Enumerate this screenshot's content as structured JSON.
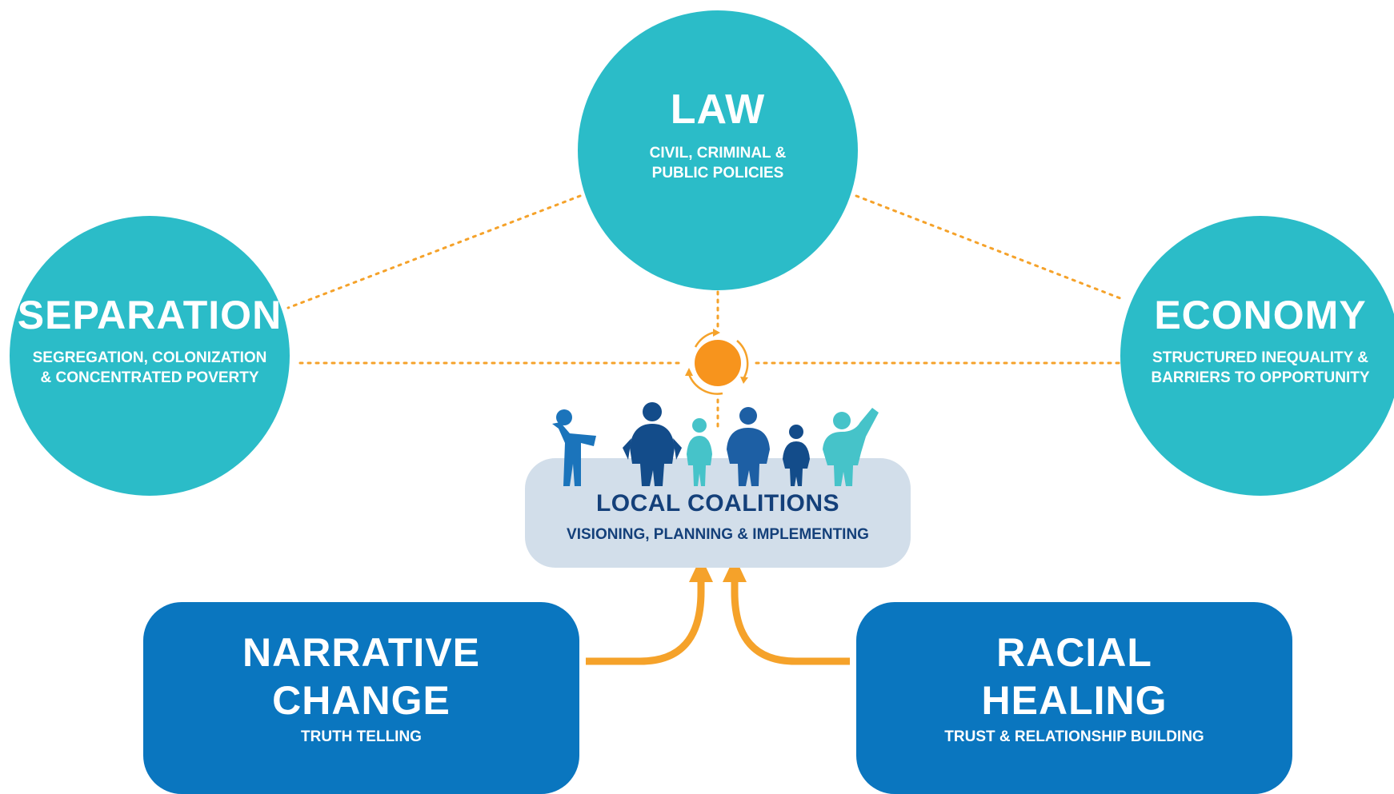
{
  "colors": {
    "teal": "#2bbcc8",
    "orange": "#f5a22a",
    "orange_sun": "#f7941d",
    "blue_box": "#0a76bf",
    "coalition_bg": "#d2deea",
    "navy_text": "#14407a",
    "people": [
      "#1b74bb",
      "#134c8a",
      "#46c3c9",
      "#1d5fa4",
      "#134c8a",
      "#46c3c9"
    ]
  },
  "law": {
    "title": "LAW",
    "subtitle_line1": "CIVIL, CRIMINAL &",
    "subtitle_line2": "PUBLIC POLICIES"
  },
  "separation": {
    "title": "SEPARATION",
    "subtitle_line1": "SEGREGATION, COLONIZATION",
    "subtitle_line2": "& CONCENTRATED POVERTY"
  },
  "economy": {
    "title": "ECONOMY",
    "subtitle_line1": "STRUCTURED INEQUALITY &",
    "subtitle_line2": "BARRIERS TO OPPORTUNITY"
  },
  "coalitions": {
    "title": "LOCAL COALITIONS",
    "subtitle": "VISIONING, PLANNING & IMPLEMENTING",
    "icon": "group-of-people-icon"
  },
  "center_icon": "cycle-sun-icon",
  "narrative": {
    "title_line1": "NARRATIVE",
    "title_line2": "CHANGE",
    "subtitle": "TRUTH TELLING"
  },
  "healing": {
    "title_line1": "RACIAL",
    "title_line2": "HEALING",
    "subtitle": "TRUST & RELATIONSHIP BUILDING"
  }
}
